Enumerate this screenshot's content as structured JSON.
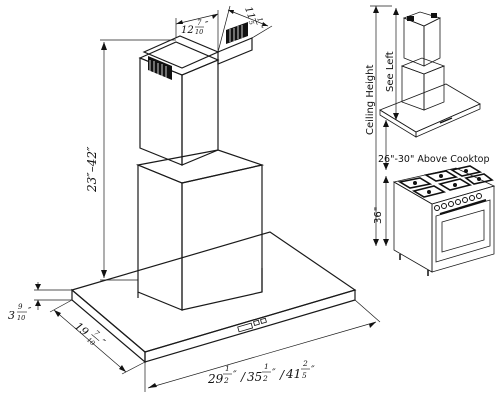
{
  "dimensions": {
    "chimney_width": {
      "whole": "12",
      "num": "7",
      "den": "10",
      "unit": "″"
    },
    "chimney_depth": {
      "whole": "11",
      "num": "1",
      "den": "5",
      "unit": "″"
    },
    "chimney_height_range": "23″–42″",
    "canopy_thickness": {
      "whole": "3",
      "num": "9",
      "den": "10",
      "unit": "″"
    },
    "canopy_depth": {
      "whole": "19",
      "num": "7",
      "den": "10",
      "unit": "″"
    },
    "width_options": [
      {
        "whole": "29",
        "num": "1",
        "den": "2",
        "unit": "″"
      },
      {
        "whole": "35",
        "num": "1",
        "den": "2",
        "unit": "″"
      },
      {
        "whole": "41",
        "num": "2",
        "den": "5",
        "unit": "″"
      }
    ]
  },
  "installation": {
    "ceiling_label": "Ceiling Height",
    "see_left_label": "See Left",
    "above_cooktop_label": "26\"-30\" Above Cooktop",
    "counter_height_label": "36\""
  }
}
